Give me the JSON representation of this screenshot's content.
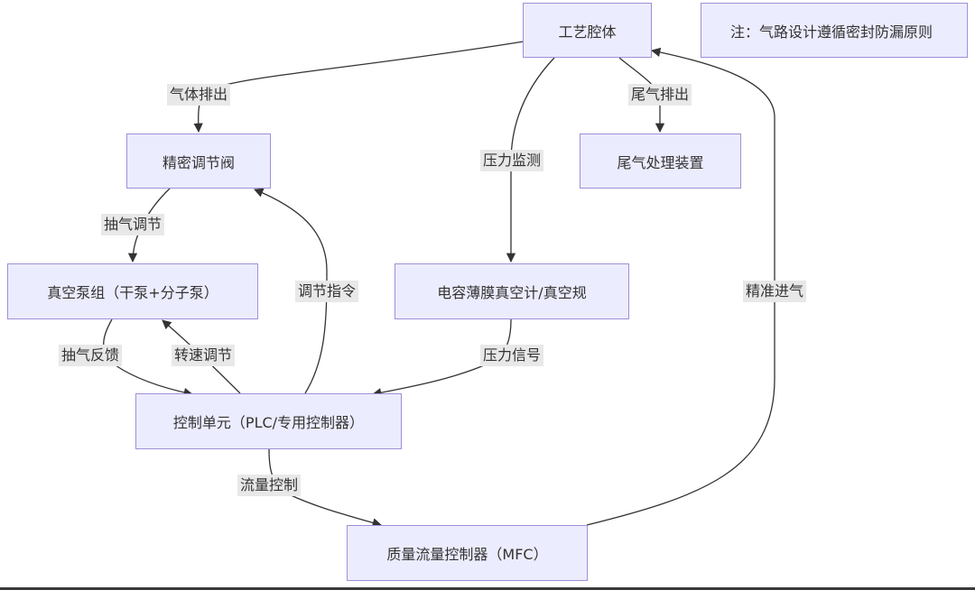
{
  "nodes": {
    "chamber": "工艺腔体",
    "note": "注：气路设计遵循密封防漏原则",
    "valve": "精密调节阀",
    "exhaust": "尾气处理装置",
    "pump": "真空泵组（干泵+分子泵）",
    "gauge": "电容薄膜真空计/真空规",
    "controller": "控制单元（PLC/专用控制器）",
    "mfc": "质量流量控制器（MFC）"
  },
  "edges": {
    "gas_exhaust": "气体排出",
    "tail_exhaust": "尾气排出",
    "pressure_monitor": "压力监测",
    "pump_adjust": "抽气调节",
    "adjust_cmd": "调节指令",
    "precise_inflow": "精准进气",
    "pump_feedback": "抽气反馈",
    "speed_adjust": "转速调节",
    "pressure_signal": "压力信号",
    "flow_control": "流量控制"
  },
  "colors": {
    "node_fill": "#ececff",
    "node_border": "#9f8fd8",
    "edge_stroke": "#333333",
    "label_bg": "#e8e8e8"
  }
}
